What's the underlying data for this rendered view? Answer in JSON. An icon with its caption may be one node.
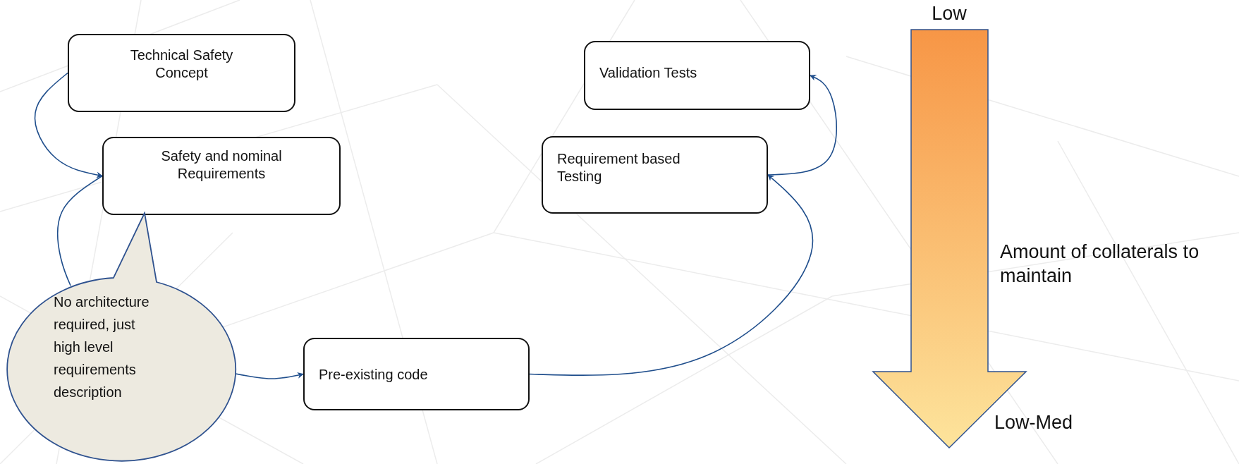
{
  "diagram": {
    "nodes": [
      {
        "text": [
          "Technical Safety Concept"
        ]
      },
      {
        "text": [
          "Safety and nominal Requirements"
        ]
      },
      {
        "text": [
          "No architecture required, just high level requirements description"
        ]
      },
      {
        "text": [
          "Pre-existing code"
        ]
      },
      {
        "text": [
          "Requirement based Testing"
        ]
      },
      {
        "text": [
          "Validation Tests"
        ]
      }
    ],
    "edges": [
      {
        "from": 0,
        "to": 1,
        "arrow": "to"
      },
      {
        "from": 1,
        "to": 2,
        "arrow": "none"
      },
      {
        "from": 2,
        "to": 3,
        "arrow": "to"
      },
      {
        "from": 3,
        "to": 4,
        "arrow": "to"
      },
      {
        "from": 4,
        "to": 5,
        "arrow": "to"
      }
    ],
    "labels": [
      "Low",
      "Amount of collaterals to maintain",
      "Low-Med"
    ]
  }
}
